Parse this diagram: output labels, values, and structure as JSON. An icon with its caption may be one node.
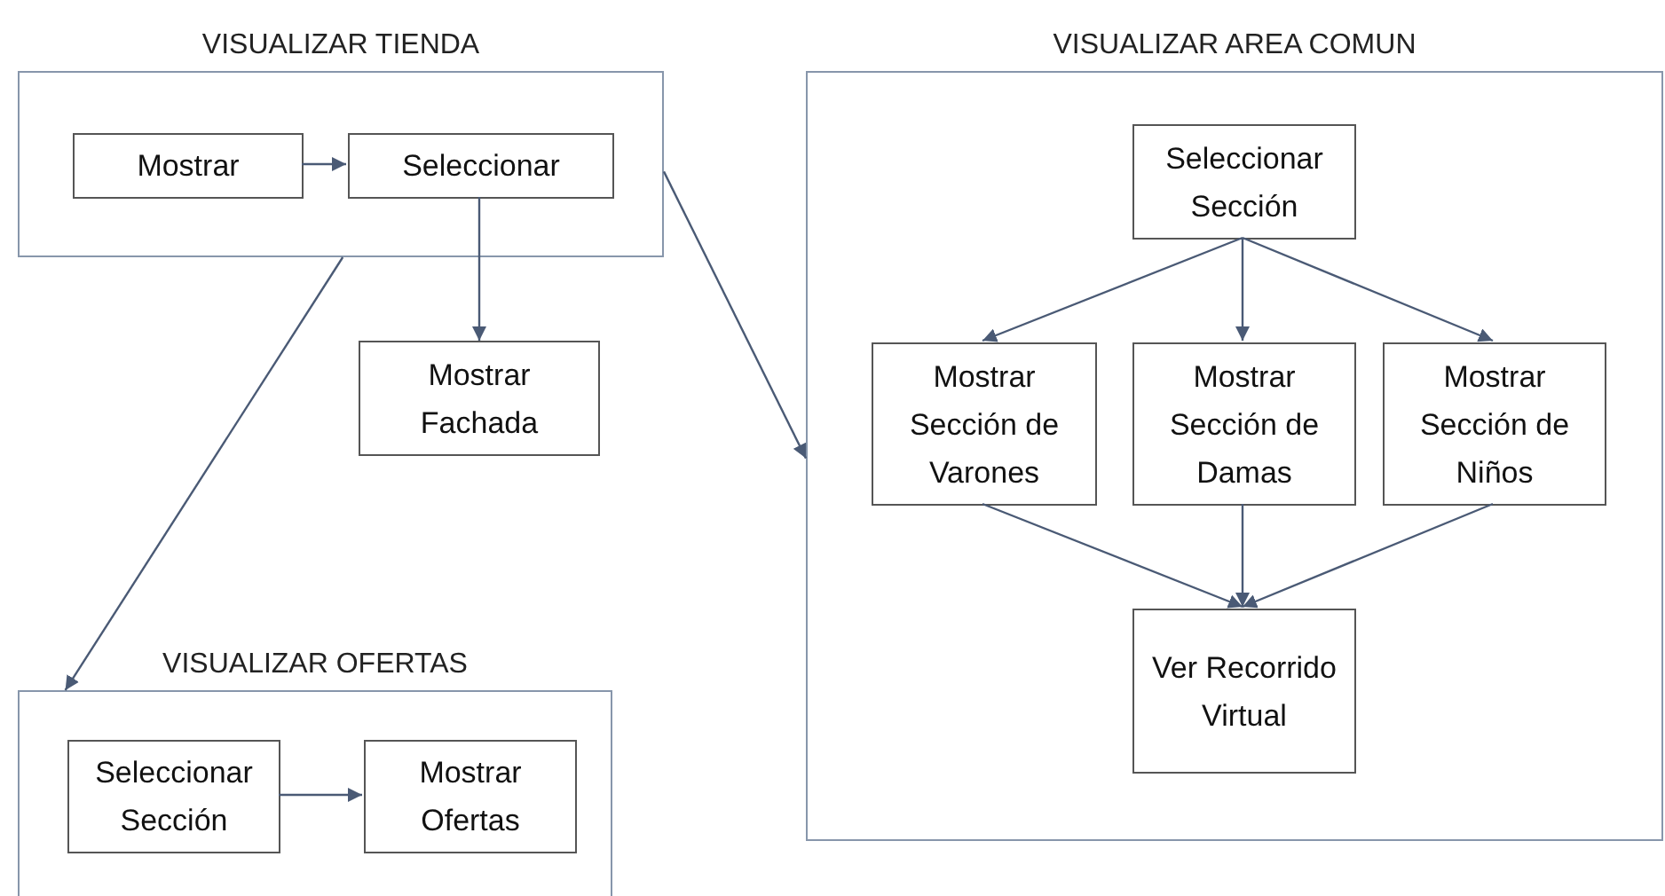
{
  "diagram": {
    "nodes": [
      {
        "text": [
          "VISUALIZAR TIENDA"
        ]
      },
      {
        "text": [
          "Mostrar"
        ],
        "in": 0
      },
      {
        "text": [
          "Seleccionar"
        ],
        "in": 0
      },
      {
        "text": [
          "Mostrar Fachada"
        ]
      },
      {
        "text": [
          "VISUALIZAR AREA COMUN"
        ]
      },
      {
        "text": [
          "Seleccionar Sección"
        ],
        "in": 4
      },
      {
        "text": [
          "Mostrar Sección de Varones"
        ],
        "in": 4
      },
      {
        "text": [
          "Mostrar Sección de Damas"
        ],
        "in": 4
      },
      {
        "text": [
          "Mostrar Sección de Niños"
        ],
        "in": 4
      },
      {
        "text": [
          "Ver Recorrido Virtual"
        ],
        "in": 4
      },
      {
        "text": [
          "VISUALIZAR OFERTAS"
        ]
      },
      {
        "text": [
          "Seleccionar Sección"
        ],
        "in": 10
      },
      {
        "text": [
          "Mostrar Ofertas"
        ],
        "in": 10
      }
    ],
    "edges": [
      {
        "from": 1,
        "to": 2,
        "arrow": "to"
      },
      {
        "from": 2,
        "to": 3,
        "arrow": "to"
      },
      {
        "from": 0,
        "to": 4,
        "arrow": "to"
      },
      {
        "from": 0,
        "to": 10,
        "arrow": "to"
      },
      {
        "from": 5,
        "to": 6,
        "arrow": "to"
      },
      {
        "from": 5,
        "to": 7,
        "arrow": "to"
      },
      {
        "from": 5,
        "to": 8,
        "arrow": "to"
      },
      {
        "from": 6,
        "to": 9,
        "arrow": "to"
      },
      {
        "from": 7,
        "to": 9,
        "arrow": "to"
      },
      {
        "from": 8,
        "to": 9,
        "arrow": "to"
      },
      {
        "from": 11,
        "to": 12,
        "arrow": "to"
      }
    ]
  }
}
